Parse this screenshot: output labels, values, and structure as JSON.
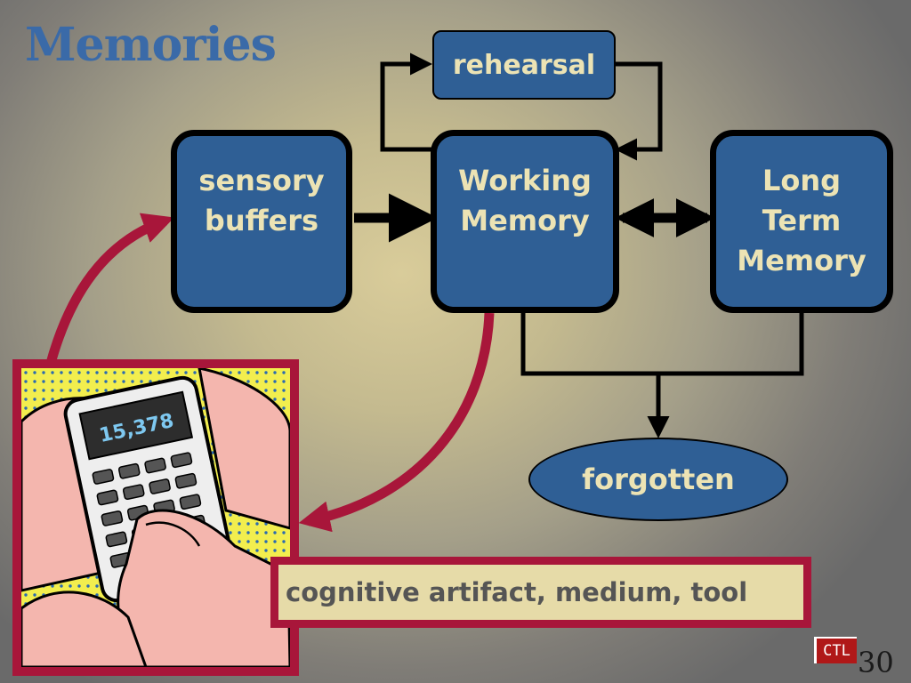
{
  "slide": {
    "title": "Memories",
    "slide_number": "30",
    "logo_text": "CTL"
  },
  "diagram": {
    "nodes": {
      "sensory_buffers": [
        "sensory",
        "buffers"
      ],
      "working_memory": [
        "Working",
        "Memory"
      ],
      "long_term_memory": [
        "Long",
        "Term",
        "Memory"
      ],
      "rehearsal": "rehearsal",
      "forgotten": "forgotten"
    },
    "artifact_label": "cognitive artifact, medium, tool",
    "calculator_display": "15,378"
  },
  "colors": {
    "box_fill": "#2f5f95",
    "box_text": "#ece3b4",
    "title": "#3a6aa8",
    "accent_red": "#a8163a",
    "label_fill": "#e6dba8"
  }
}
